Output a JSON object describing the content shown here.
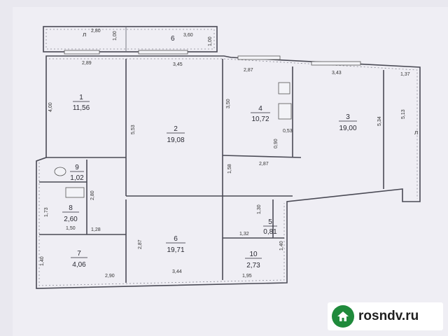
{
  "rooms": [
    {
      "id": "1",
      "area": "11,56"
    },
    {
      "id": "2",
      "area": "19,08"
    },
    {
      "id": "3",
      "area": "19,00"
    },
    {
      "id": "4",
      "area": "10,72"
    },
    {
      "id": "5",
      "area": "0,81"
    },
    {
      "id": "6",
      "area": "19,71"
    },
    {
      "id": "7",
      "area": "4,06"
    },
    {
      "id": "8",
      "area": "2,60"
    },
    {
      "id": "9",
      "area": "1,02"
    },
    {
      "id": "10",
      "area": "2,73"
    }
  ],
  "balcony_top": {
    "id": "6",
    "label_a": "л",
    "dims": [
      "2,80",
      "3,60",
      "1,00",
      "1,00"
    ]
  },
  "balcony_right_label": "л",
  "dimensions": {
    "top_row": [
      "2,89",
      "3,45",
      "2,87",
      "3,43",
      "1,37"
    ],
    "r1_left": "4,00",
    "r2_side": "5,53",
    "r4_side": "3,50",
    "r4_small": "0,53",
    "r4_small2": "0,90",
    "r3_side": "5,34",
    "r3_side2": "5,13",
    "corridor_bottom": "2,87",
    "corridor_side": "1,58",
    "r8_side": "2,80",
    "r8_left": "1,73",
    "r8_bottom": "1,50",
    "r8_right": "1,28",
    "r5_side": "1,30",
    "r5_bottom": "1,32",
    "r6_side": "2,87",
    "r6_bottom": "3,44",
    "r7_side": "1,40",
    "r7_bottom": "2,90",
    "r10_side": "1,40",
    "r10_bottom": "1,95"
  },
  "watermark": {
    "text": "rosndv.ru",
    "icon": "house-icon",
    "color": "#1f8a3b"
  }
}
